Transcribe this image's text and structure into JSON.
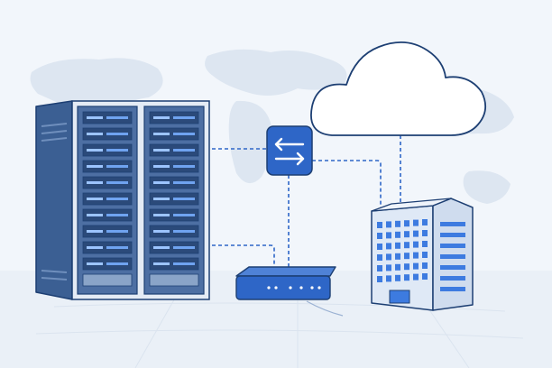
{
  "diagram": {
    "nodes": [
      {
        "id": "server-rack",
        "icon": "server-rack-icon"
      },
      {
        "id": "network-switch",
        "icon": "arrows-exchange-icon"
      },
      {
        "id": "cloud",
        "icon": "cloud-icon"
      },
      {
        "id": "router",
        "icon": "router-icon"
      },
      {
        "id": "office-building",
        "icon": "building-icon"
      }
    ],
    "links": [
      {
        "from": "server-rack",
        "to": "network-switch",
        "style": "dashed"
      },
      {
        "from": "server-rack",
        "to": "router",
        "style": "dashed"
      },
      {
        "from": "network-switch",
        "to": "router",
        "style": "dashed"
      },
      {
        "from": "network-switch",
        "to": "office-building",
        "style": "dashed"
      },
      {
        "from": "cloud",
        "to": "office-building",
        "style": "dashed"
      }
    ],
    "colors": {
      "background": "#f2f6fb",
      "outline": "#1d3f73",
      "accent": "#2e66c7",
      "rack": "#3b5f93",
      "building": "#dfe9f6",
      "window": "#3d7be0",
      "cloud_fill": "#ffffff",
      "map": "#dde6f1"
    }
  }
}
